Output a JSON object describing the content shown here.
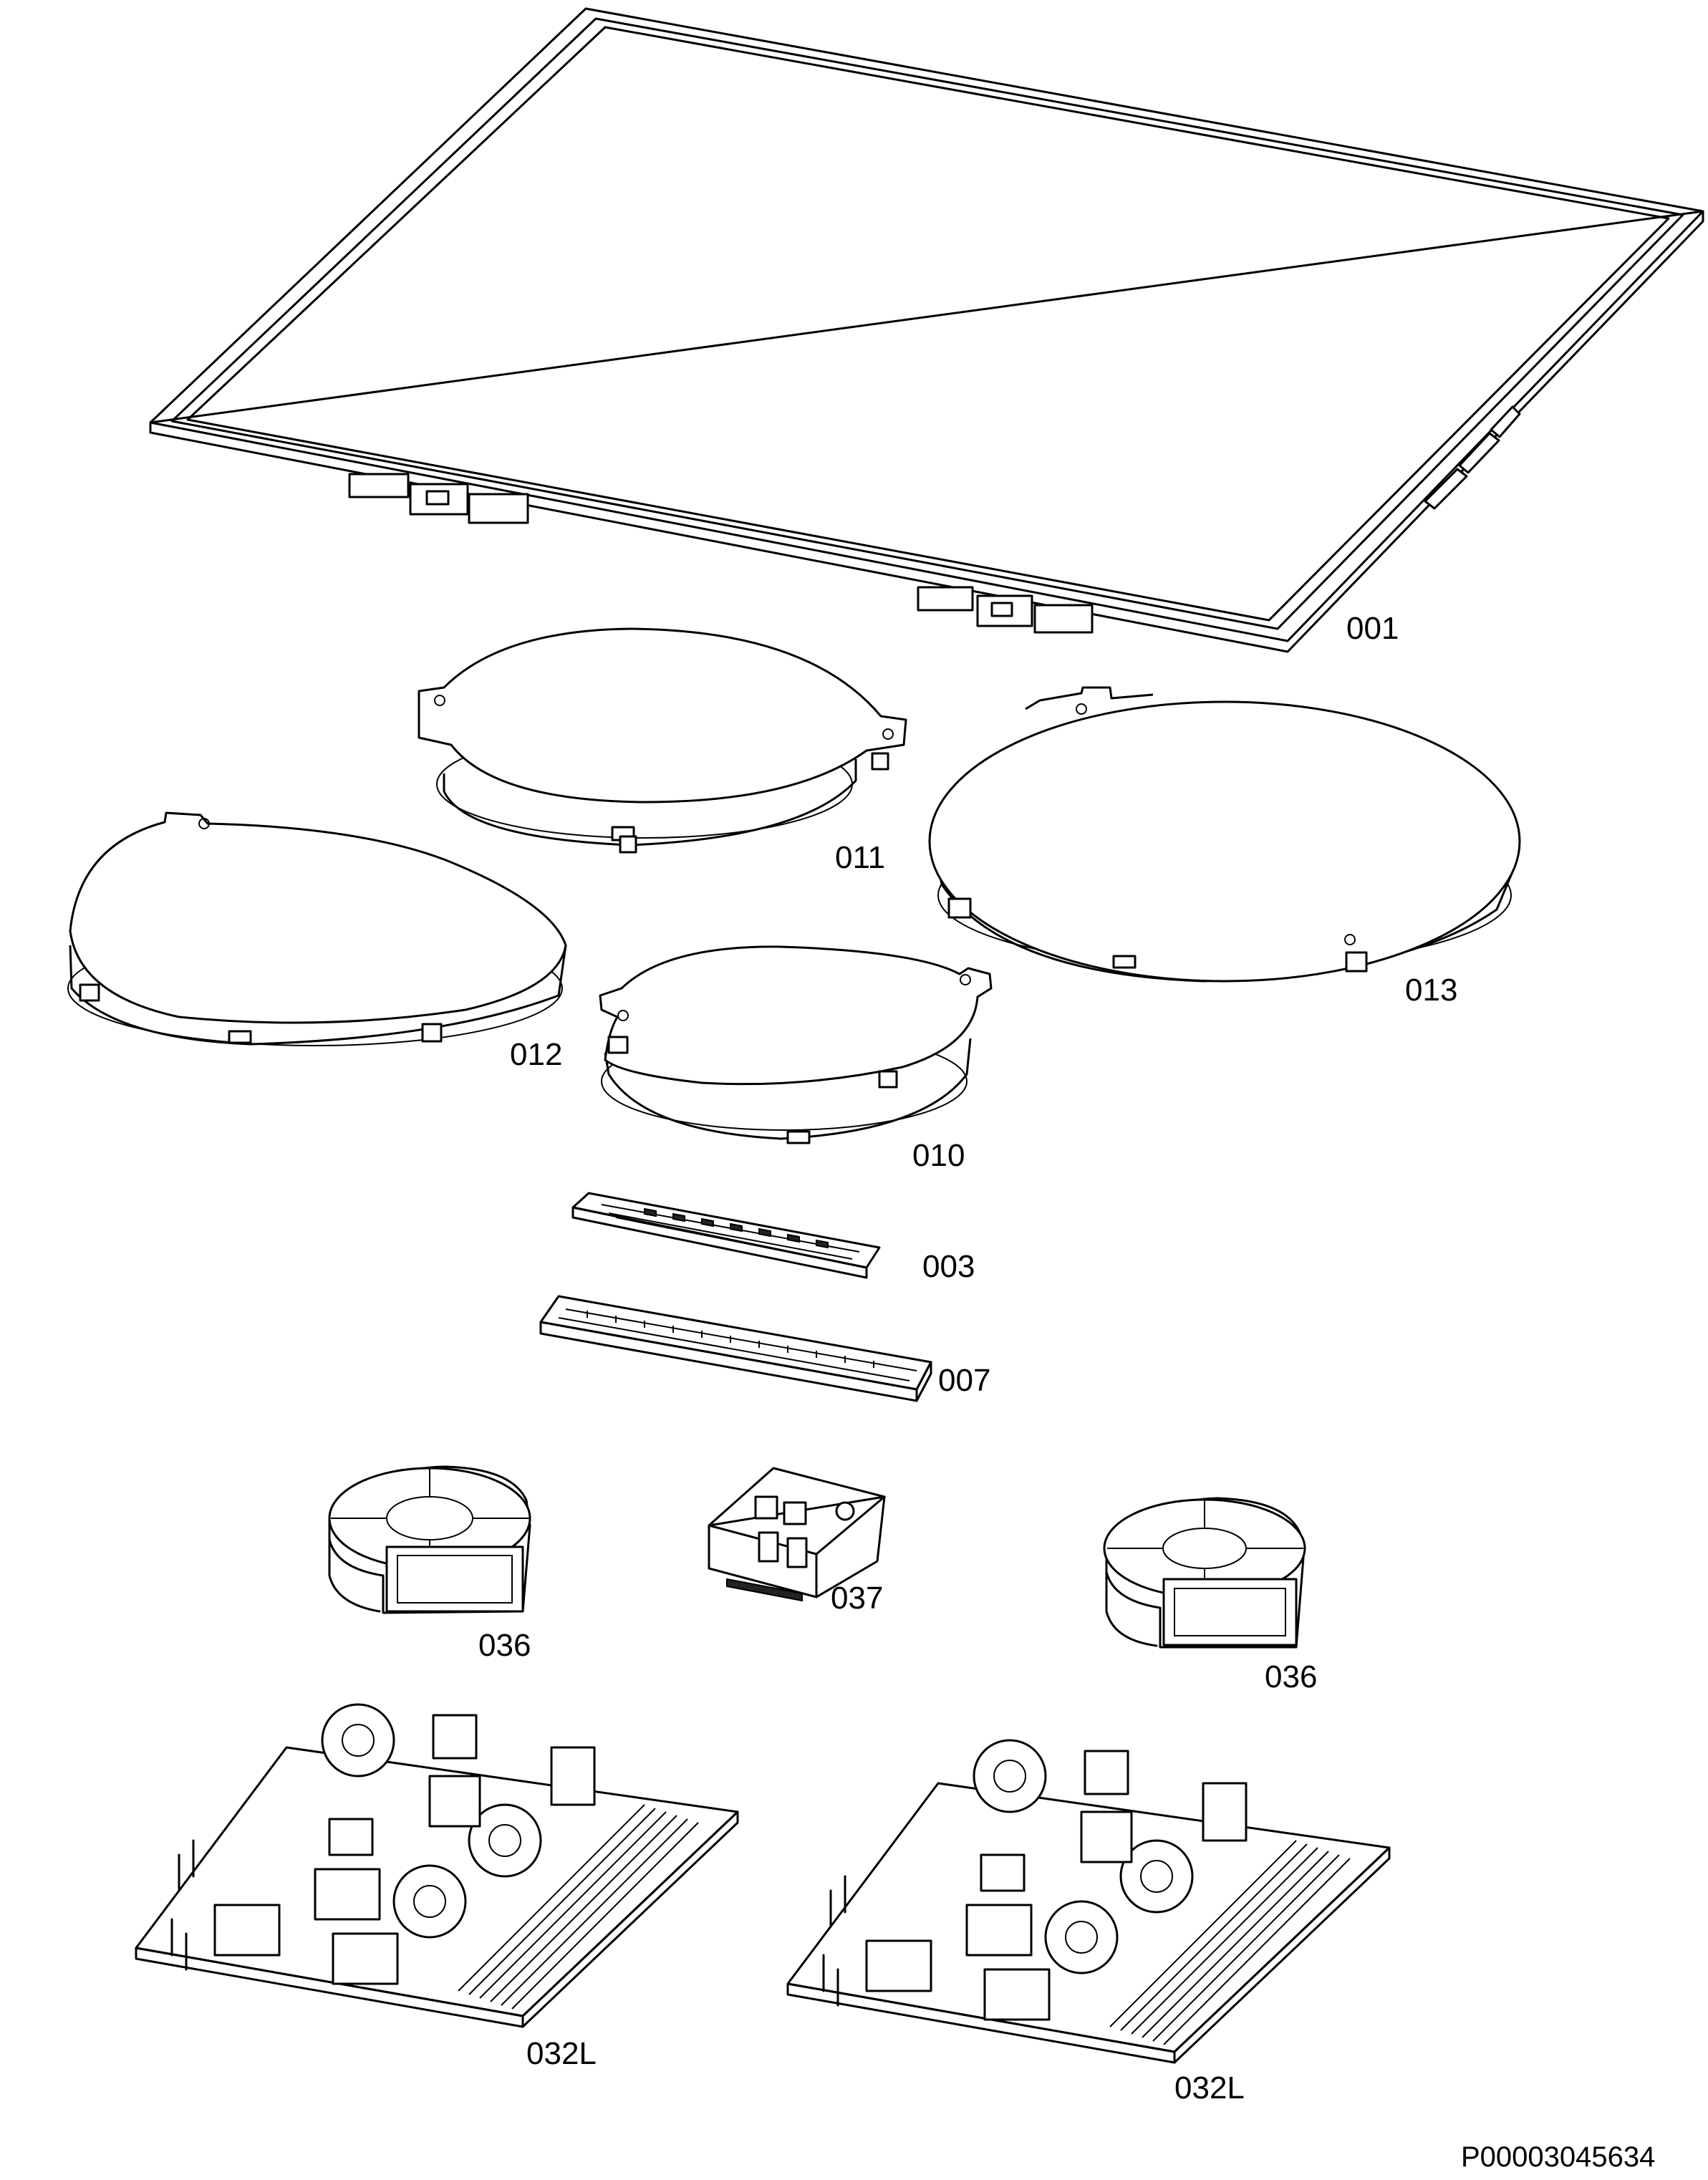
{
  "labels": {
    "glass_panel": "001",
    "induction_coil_rear_left": "011",
    "induction_coil_right_large": "013",
    "induction_coil_left": "012",
    "induction_coil_front_small": "010",
    "control_board": "003",
    "control_frame": "007",
    "fan_left": "036",
    "fan_right": "036",
    "terminal_block": "037",
    "power_board_left": "032L",
    "power_board_right": "032L"
  },
  "document_id": "P00003045634"
}
